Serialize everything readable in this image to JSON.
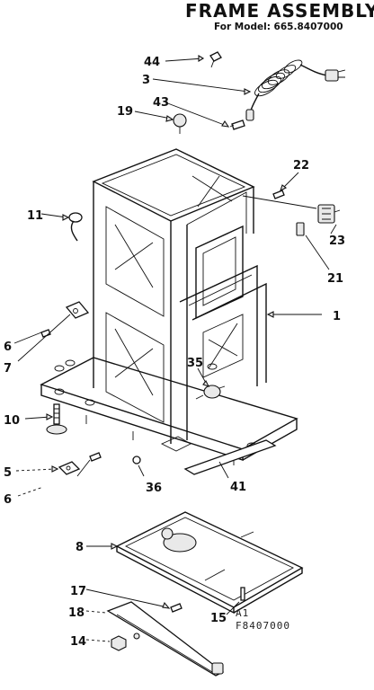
{
  "header": {
    "title": "FRAME ASSEMBLY",
    "subtitle": "For Model: 665.8407000"
  },
  "footer": {
    "line1": "A1",
    "line2": "F8407000"
  },
  "callouts": {
    "c44": "44",
    "c3": "3",
    "c43": "43",
    "c19": "19",
    "c22": "22",
    "c11": "11",
    "c23": "23",
    "c21": "21",
    "c1": "1",
    "c6a": "6",
    "c7": "7",
    "c35": "35",
    "c10": "10",
    "c5": "5",
    "c36": "36",
    "c41": "41",
    "c6b": "6",
    "c8": "8",
    "c17": "17",
    "c18": "18",
    "c15": "15",
    "c14": "14"
  }
}
